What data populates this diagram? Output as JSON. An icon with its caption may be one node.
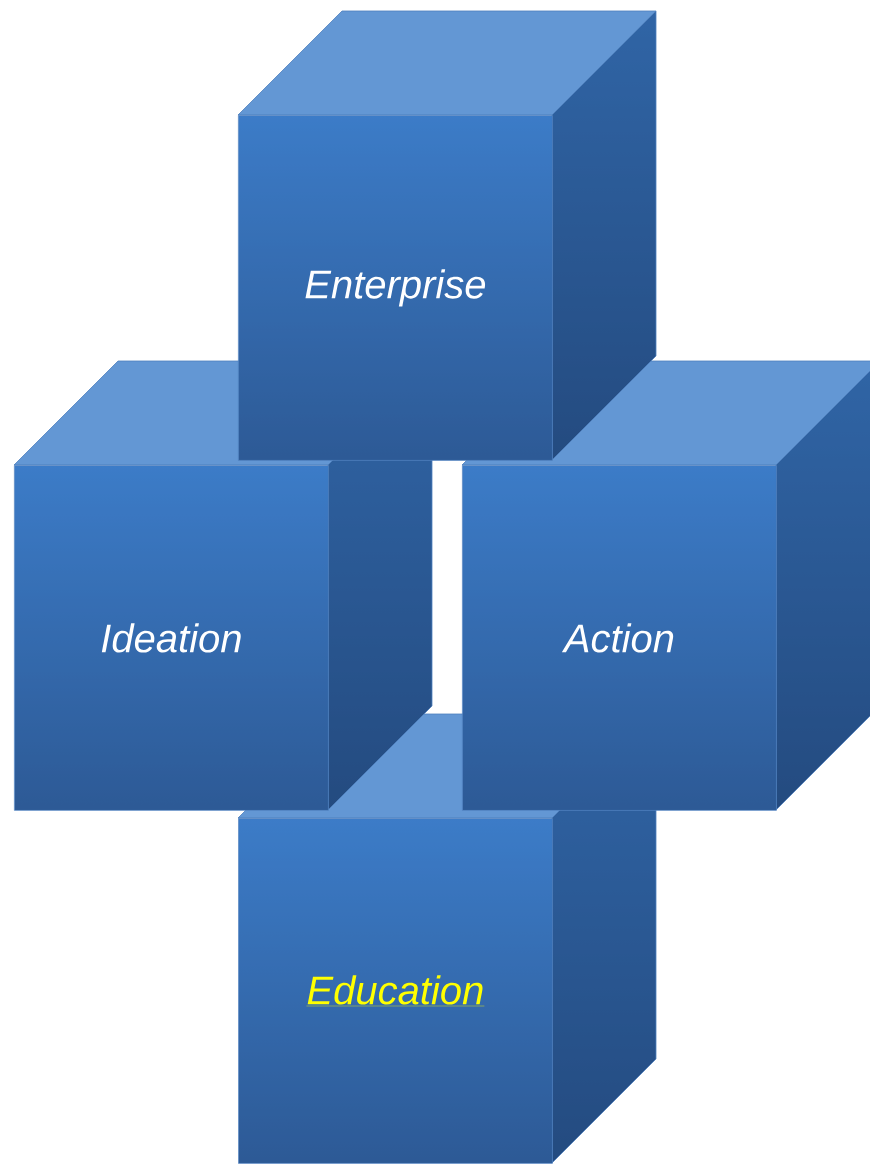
{
  "diagram": {
    "nodes": [
      {
        "text": [
          "Enterprise"
        ]
      },
      {
        "text": [
          "Ideation"
        ]
      },
      {
        "text": [
          "Action"
        ]
      },
      {
        "text": [
          "Education"
        ]
      }
    ]
  }
}
